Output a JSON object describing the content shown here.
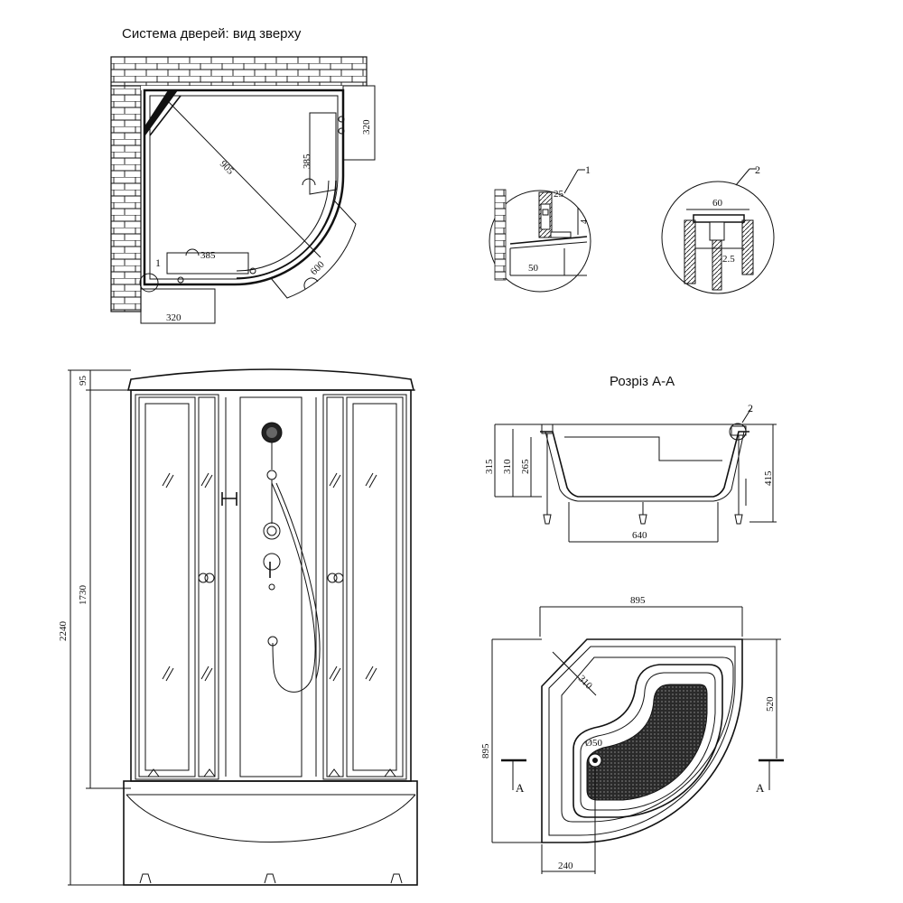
{
  "titles": {
    "top_view": "Система дверей: вид зверху",
    "section": "Розріз А-А"
  },
  "top_view": {
    "dim_panel_right": "320",
    "dim_panel_bottom": "320",
    "dim_diagonal": "905",
    "dim_door_vertical": "385",
    "dim_door_horizontal": "385",
    "dim_radius": "600",
    "callout": "1"
  },
  "detail_1": {
    "callout": "1",
    "dim_top": "25",
    "dim_mid": "4",
    "dim_bottom": "50"
  },
  "detail_2": {
    "callout": "2",
    "dim_top": "60",
    "dim_side": "2.5"
  },
  "front_view": {
    "dim_total_height": "2240",
    "dim_top_cap": "95",
    "dim_door_height": "1730"
  },
  "section_aa": {
    "callout": "2",
    "dim_315": "315",
    "dim_310": "310",
    "dim_265": "265",
    "dim_415": "415",
    "dim_640": "640"
  },
  "tray_plan": {
    "dim_width": "895",
    "dim_depth": "895",
    "dim_310": "310",
    "dim_520": "520",
    "dim_drain": "Ø50",
    "dim_240": "240",
    "section_mark_left": "A",
    "section_mark_right": "A"
  }
}
